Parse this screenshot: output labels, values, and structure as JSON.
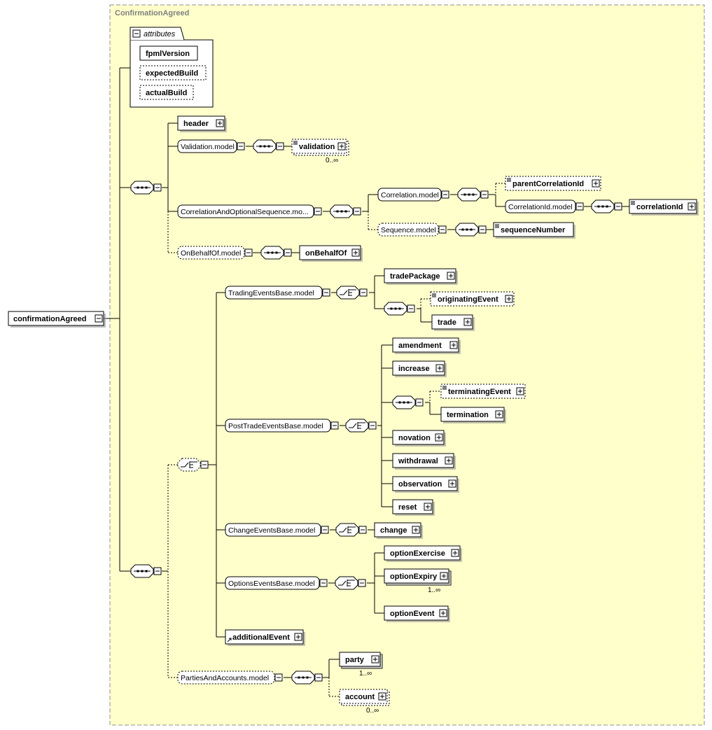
{
  "container_title": "ConfirmationAgreed",
  "attributes": {
    "title": "attributes",
    "items": [
      {
        "name": "fpmlVersion",
        "optional": false
      },
      {
        "name": "expectedBuild",
        "optional": true
      },
      {
        "name": "actualBuild",
        "optional": true
      }
    ]
  },
  "root_element": "confirmationAgreed",
  "groups": {
    "validation": "Validation.model",
    "correlation_opt": "CorrelationAndOptionalSequence.mo...",
    "correlation": "Correlation.model",
    "correlation_id": "CorrelationId.model",
    "sequence": "Sequence.model",
    "on_behalf_of": "OnBehalfOf.model",
    "trading_events": "TradingEventsBase.model",
    "post_trade_events": "PostTradeEventsBase.model",
    "change_events": "ChangeEventsBase.model",
    "options_events": "OptionsEventsBase.model",
    "parties_accounts": "PartiesAndAccounts.model"
  },
  "elements": {
    "header": "header",
    "validation": "validation",
    "parent_correlation_id": "parentCorrelationId",
    "correlation_id": "correlationId",
    "sequence_number": "sequenceNumber",
    "on_behalf_of": "onBehalfOf",
    "trade_package": "tradePackage",
    "originating_event": "originatingEvent",
    "trade": "trade",
    "amendment": "amendment",
    "increase": "increase",
    "terminating_event": "terminatingEvent",
    "termination": "termination",
    "novation": "novation",
    "withdrawal": "withdrawal",
    "observation": "observation",
    "reset": "reset",
    "change": "change",
    "option_exercise": "optionExercise",
    "option_expiry": "optionExpiry",
    "option_event": "optionEvent",
    "additional_event": "additionalEvent",
    "party": "party",
    "account": "account"
  },
  "cardinalities": {
    "validation": "0..∞",
    "option_expiry": "1..∞",
    "party": "1..∞",
    "account": "0..∞"
  },
  "colors": {
    "container_fill": "#ffffcc",
    "container_border": "#909090",
    "title_text": "#808080",
    "box_fill": "#ffffff",
    "line": "#000000"
  }
}
